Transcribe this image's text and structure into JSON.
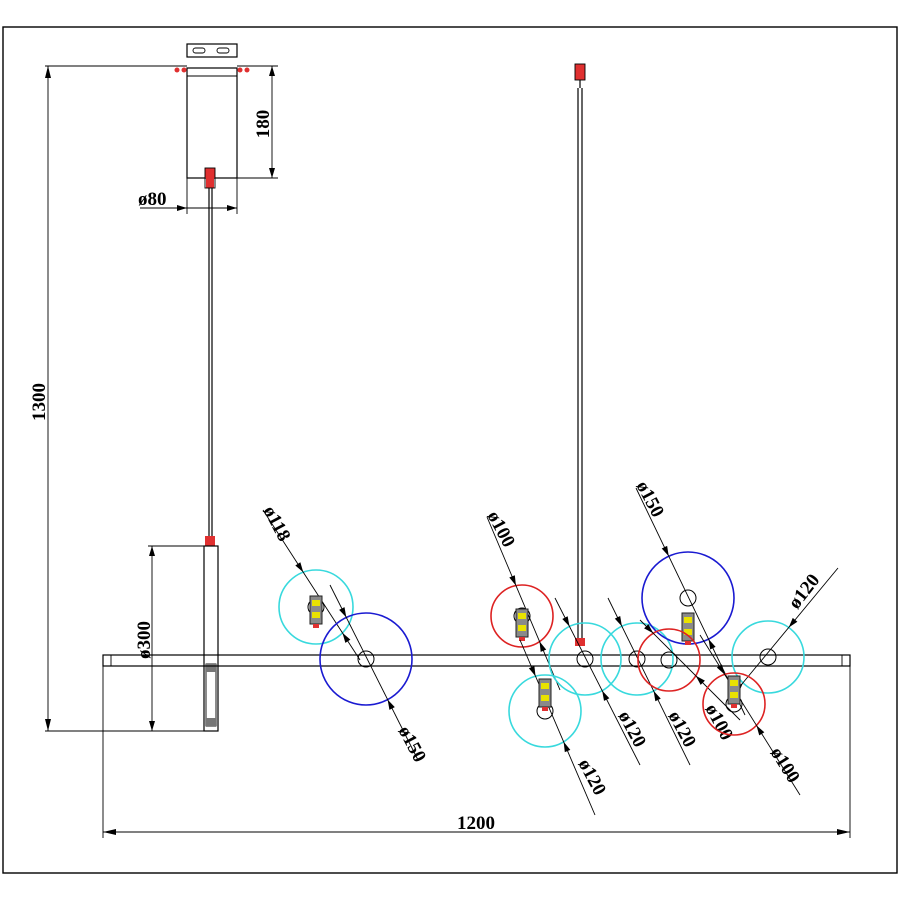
{
  "dimensions": {
    "overall_height": "1300",
    "canopy_height": "180",
    "canopy_diameter": "ø80",
    "bar_height": "ø300",
    "overall_width": "1200"
  },
  "globes": [
    {
      "label": "ø118",
      "color": "#38d9dd"
    },
    {
      "label": "ø150",
      "color": "#1a1ad1"
    },
    {
      "label": "ø100",
      "color": "#dd2222"
    },
    {
      "label": "ø120",
      "color": "#38d9dd"
    },
    {
      "label": "ø120",
      "color": "#38d9dd"
    },
    {
      "label": "ø120",
      "color": "#38d9dd"
    },
    {
      "label": "ø150",
      "color": "#1a1ad1"
    },
    {
      "label": "ø100",
      "color": "#dd2222"
    },
    {
      "label": "ø120",
      "color": "#38d9dd"
    },
    {
      "label": "ø100",
      "color": "#dd2222"
    }
  ],
  "colors": {
    "line": "#000000",
    "cyan": "#38d9dd",
    "blue": "#1a1ad1",
    "red": "#dd2222",
    "fitting_red": "#e03030"
  }
}
